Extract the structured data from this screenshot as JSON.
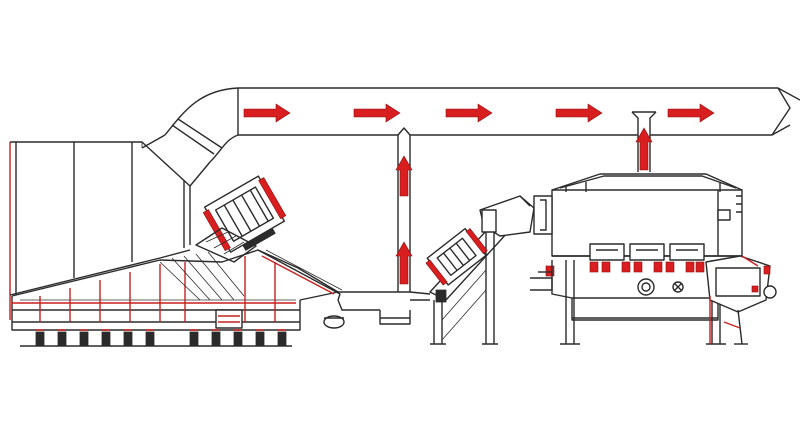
{
  "diagram": {
    "description_text": "",
    "colors": {
      "line": "#2b2b2b",
      "accent": "#d81e1e",
      "background": "#ffffff"
    },
    "flow_arrows": {
      "horizontal_count": 5,
      "vertical_count": 3,
      "direction_horizontal": "right",
      "direction_vertical": "up"
    },
    "components": [
      "collection-hood",
      "air-duct",
      "vibrating-screen",
      "vibrating-feeder",
      "bucket-elevator",
      "dust-collector"
    ]
  }
}
